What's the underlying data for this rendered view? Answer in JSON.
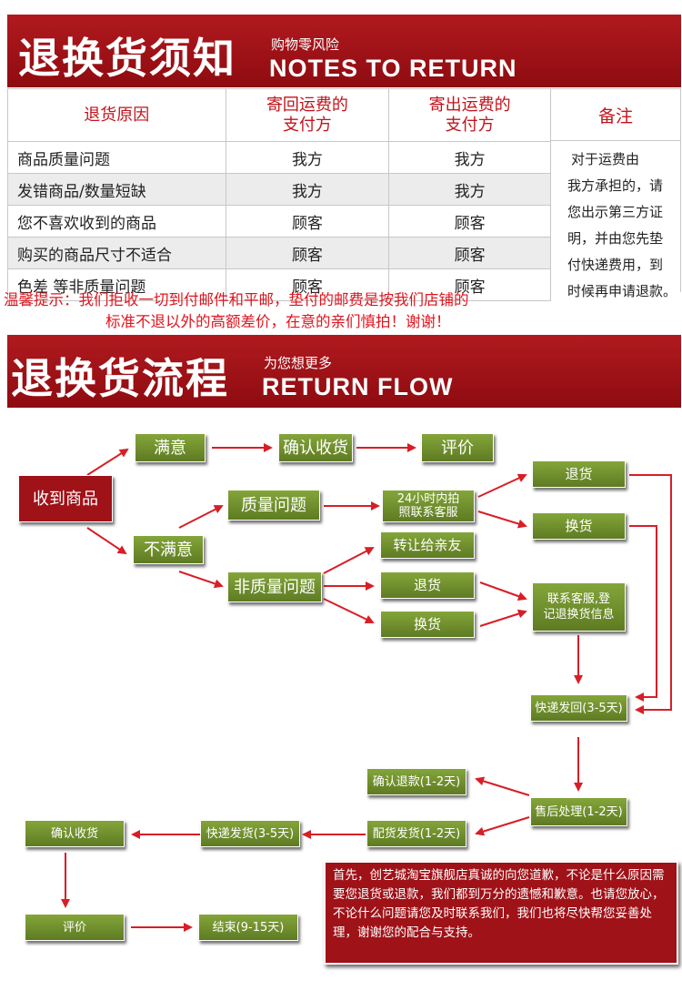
{
  "notes_banner": {
    "title": "退换货须知",
    "subtitle": "购物零风险",
    "english": "NOTES TO RETURN"
  },
  "notes_table": {
    "headers": [
      "退货原因",
      "寄回运费的\n支付方",
      "寄出运费的\n支付方"
    ],
    "remark_header": "备注",
    "rows": [
      {
        "reason": "商品质量问题",
        "return_payer": "我方",
        "ship_payer": "我方"
      },
      {
        "reason": "发错商品/数量短缺",
        "return_payer": "我方",
        "ship_payer": "我方"
      },
      {
        "reason": "您不喜欢收到的商品",
        "return_payer": "顾客",
        "ship_payer": "顾客"
      },
      {
        "reason": "购买的商品尺寸不适合",
        "return_payer": "顾客",
        "ship_payer": "顾客"
      },
      {
        "reason": "色差 等非质量问题",
        "return_payer": "顾客",
        "ship_payer": "顾客"
      }
    ],
    "remark_lines": [
      "对于运费由",
      "我方承担的，请",
      "您出示第三方证",
      "明，并由您先垫",
      "付快递费用，到",
      "时候再申请退款。"
    ]
  },
  "tip": {
    "line1": "温馨提示：我们拒收一切到付邮件和平邮，垫付的邮费是按我们店铺的",
    "line2": "标准不退以外的高额差价，在意的亲们慎拍！谢谢！"
  },
  "flow_banner": {
    "title": "退换货流程",
    "subtitle": "为您想更多",
    "english": "RETURN FLOW"
  },
  "flow": {
    "received": "收到商品",
    "satisfied": "满意",
    "confirm_receipt_top": "确认收货",
    "review_top": "评价",
    "unsatisfied": "不满意",
    "quality_issue": "质量问题",
    "photo_24h": "24小时内拍\n照联系客服",
    "return_a": "退货",
    "exchange_a": "换货",
    "non_quality": "非质量问题",
    "transfer": "转让给亲友",
    "return_b": "退货",
    "exchange_b": "换货",
    "contact_cs": "联系客服,登\n记退换货信息",
    "express_back": "快递发回(3-5天)",
    "after_sales": "售后处理(1-2天)",
    "refund_confirm": "确认退款(1-2天)",
    "reship": "配货发货(1-2天)",
    "express_ship": "快递发货(3-5天)",
    "confirm_receipt_bottom": "确认收货",
    "review_bottom": "评价",
    "end": "结束(9-15天)"
  },
  "apology": "首先，创艺城淘宝旗舰店真诚的向您道歉，不论是什么原因需要您退货或退款，我们都到万分的遗憾和歉意。也请您放心，不论什么问题请您及时联系我们，我们也将尽快帮您妥善处理，谢谢您的配合与支持。",
  "colors": {
    "banner_red": "#9b0f14",
    "box_green": "#6d8b2b",
    "box_red": "#9f1218",
    "arrow_red": "#d81e26",
    "tip_red": "#e0141e"
  }
}
